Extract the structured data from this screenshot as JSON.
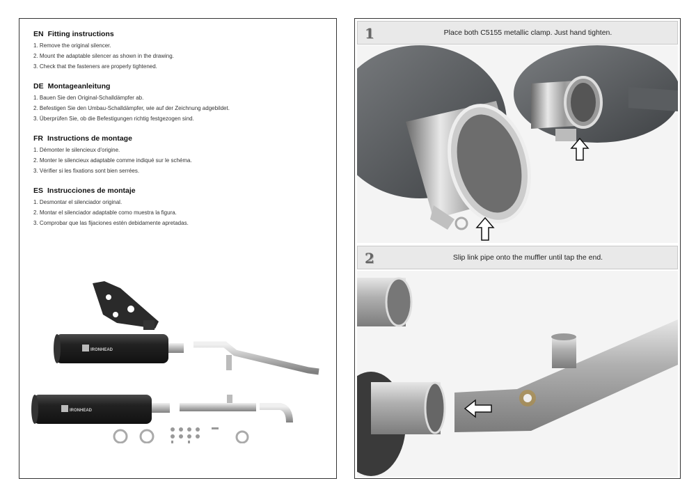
{
  "sections": [
    {
      "code": "EN",
      "title": "Fitting instructions",
      "lines": [
        "1. Remove the original silencer.",
        "2. Mount the adaptable silencer as shown in the drawing.",
        "3. Check that the fasteners are properly tightened."
      ]
    },
    {
      "code": "DE",
      "title": "Montageanleitung",
      "lines": [
        "1. Bauen Sie den Original-Schalldämpfer ab.",
        "2. Befestigen Sie den Umbau-Schalldämpfer, wie auf der Zeichnung adgebildet.",
        "3. Überprüfen Sie, ob die Befestigungen richtig festgezogen sind."
      ]
    },
    {
      "code": "FR",
      "title": "Instructions de montage",
      "lines": [
        "1. Démonter le silencieux d'origine.",
        "2. Monter le silencieux adaptable comme indiqué sur le schéma.",
        "3. Vérifier si les fixations sont bien serrées."
      ]
    },
    {
      "code": "ES",
      "title": "Instrucciones de montaje",
      "lines": [
        "1. Desmontar el silenciador original.",
        "2. Montar el silenciador adaptable como muestra la figura.",
        "3. Comprobar que las fijaciones estén debidamente apretadas."
      ]
    }
  ],
  "product_logo": "IRONHEAD",
  "steps": [
    {
      "number": "1",
      "text": "Place both C5155 metallic clamp. Just hand tighten."
    },
    {
      "number": "2",
      "text": "Slip link pipe onto the muffler until tap the end."
    }
  ]
}
